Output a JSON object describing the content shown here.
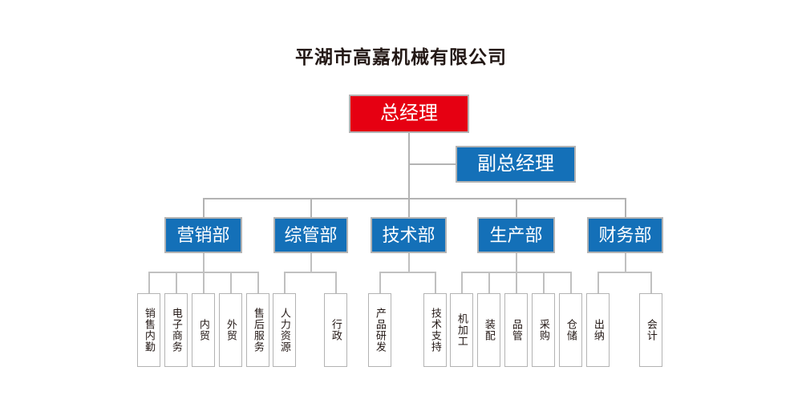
{
  "title": "平湖市高嘉机械有限公司",
  "colors": {
    "executive": "#e60012",
    "department": "#1470b8",
    "border": "#b3b3b3",
    "connector": "#b3b3b3",
    "leaf_text": "#231815",
    "title_text": "#231815",
    "background": "#ffffff"
  },
  "chart_data": {
    "type": "org-chart",
    "title": "平湖市高嘉机械有限公司",
    "levels": 3,
    "nodes": {
      "root": {
        "label": "总经理",
        "level": 0,
        "style": "executive-red"
      },
      "vice": {
        "label": "副总经理",
        "level": 1,
        "style": "executive-blue"
      },
      "departments": [
        {
          "label": "营销部",
          "children": [
            "销售内勤",
            "电子商务",
            "内贸",
            "外贸",
            "售后服务"
          ]
        },
        {
          "label": "综管部",
          "children": [
            "人力资源",
            "行政"
          ]
        },
        {
          "label": "技术部",
          "children": [
            "产品研发",
            "技术支持"
          ]
        },
        {
          "label": "生产部",
          "children": [
            "机加工",
            "装配",
            "品管",
            "采购",
            "仓储"
          ]
        },
        {
          "label": "财务部",
          "children": [
            "出纳",
            "会计"
          ]
        }
      ]
    }
  },
  "root": {
    "label": "总经理"
  },
  "vice": {
    "label": "副总经理"
  },
  "departments": [
    {
      "label": "营销部"
    },
    {
      "label": "综管部"
    },
    {
      "label": "技术部"
    },
    {
      "label": "生产部"
    },
    {
      "label": "财务部"
    }
  ],
  "leaves": [
    {
      "label": "销售内勤",
      "parent": "营销部"
    },
    {
      "label": "电子商务",
      "parent": "营销部"
    },
    {
      "label": "内贸",
      "parent": "营销部"
    },
    {
      "label": "外贸",
      "parent": "营销部"
    },
    {
      "label": "售后服务",
      "parent": "营销部"
    },
    {
      "label": "人力资源",
      "parent": "综管部"
    },
    {
      "label": "行政",
      "parent": "综管部"
    },
    {
      "label": "产品研发",
      "parent": "技术部"
    },
    {
      "label": "技术支持",
      "parent": "技术部"
    },
    {
      "label": "机加工",
      "parent": "生产部"
    },
    {
      "label": "装配",
      "parent": "生产部"
    },
    {
      "label": "品管",
      "parent": "生产部"
    },
    {
      "label": "采购",
      "parent": "生产部"
    },
    {
      "label": "仓储",
      "parent": "生产部"
    },
    {
      "label": "出纳",
      "parent": "财务部"
    },
    {
      "label": "会计",
      "parent": "财务部"
    }
  ]
}
